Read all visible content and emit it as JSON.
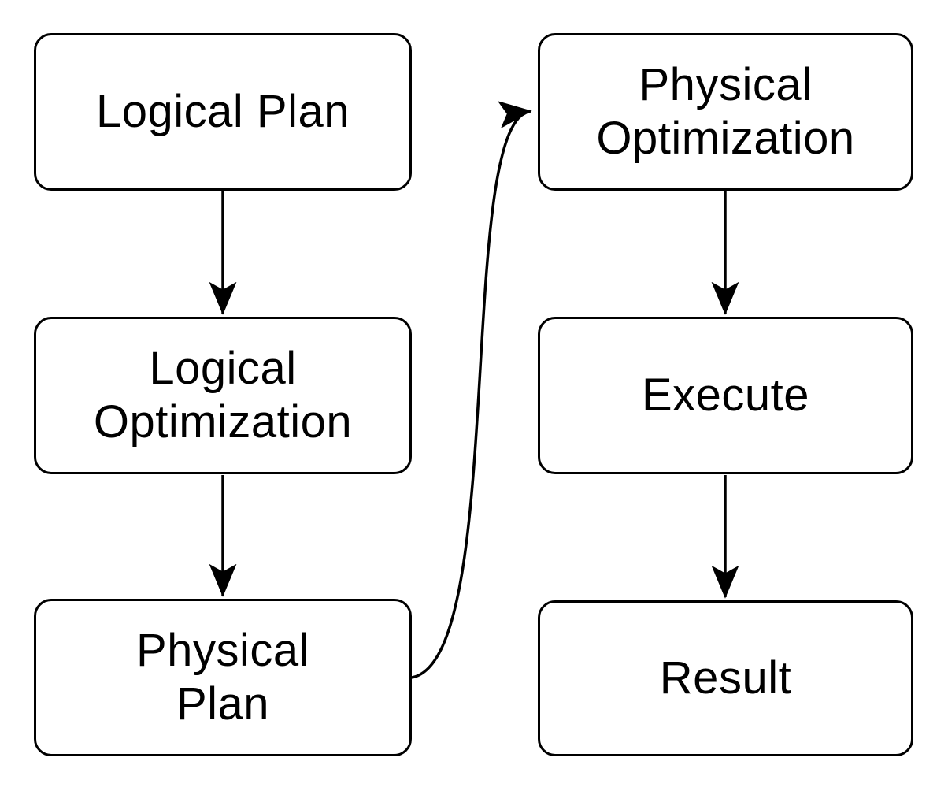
{
  "diagram": {
    "background_color": "#ffffff",
    "stroke_color": "#000000",
    "text_color": "#000000",
    "nodes": [
      {
        "id": "logical-plan",
        "label": "Logical Plan"
      },
      {
        "id": "logical-optimization",
        "label": "Logical\nOptimization"
      },
      {
        "id": "physical-plan",
        "label": "Physical\nPlan"
      },
      {
        "id": "physical-optimization",
        "label": "Physical\nOptimization"
      },
      {
        "id": "execute",
        "label": "Execute"
      },
      {
        "id": "result",
        "label": "Result"
      }
    ],
    "edges": [
      {
        "from": "logical-plan",
        "to": "logical-optimization",
        "style": "straight-down"
      },
      {
        "from": "logical-optimization",
        "to": "physical-plan",
        "style": "straight-down"
      },
      {
        "from": "physical-plan",
        "to": "physical-optimization",
        "style": "s-curve"
      },
      {
        "from": "physical-optimization",
        "to": "execute",
        "style": "straight-down"
      },
      {
        "from": "execute",
        "to": "result",
        "style": "straight-down"
      }
    ]
  }
}
